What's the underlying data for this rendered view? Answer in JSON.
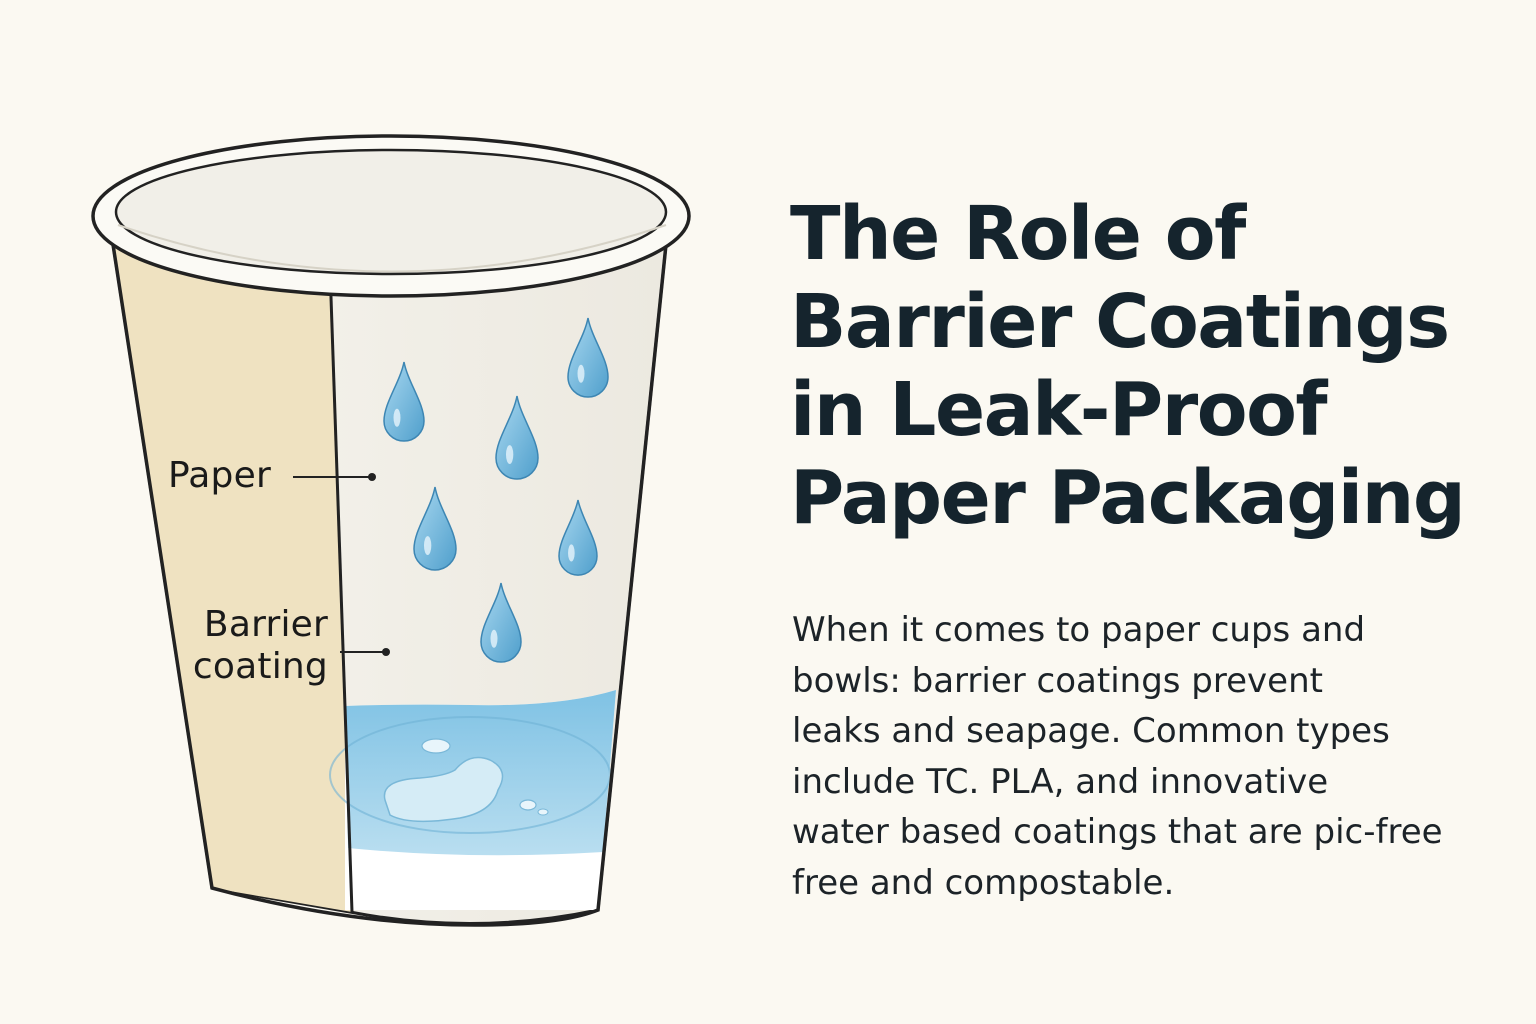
{
  "title_lines": [
    "The Role of",
    "Barrier Coatings",
    "in Leak-Proof",
    "Paper Packaging"
  ],
  "body_lines": [
    "When it comes to paper cups and",
    "bowls: barrier coatings prevent",
    "leaks and seapage. Common types",
    "include TC. PLA, and innovative",
    "water based coatings that are pic-free",
    "free and compostable."
  ],
  "labels": {
    "paper": "Paper",
    "barrier_line1": "Barrier",
    "barrier_line2": "coating"
  },
  "colors": {
    "background": "#fbf9f2",
    "paper_layer": "#efe2c1",
    "cup_interior": "#f4f2ec",
    "water": "#8fc9e6",
    "droplet": "#6eb5dc",
    "text": "#15242d"
  }
}
